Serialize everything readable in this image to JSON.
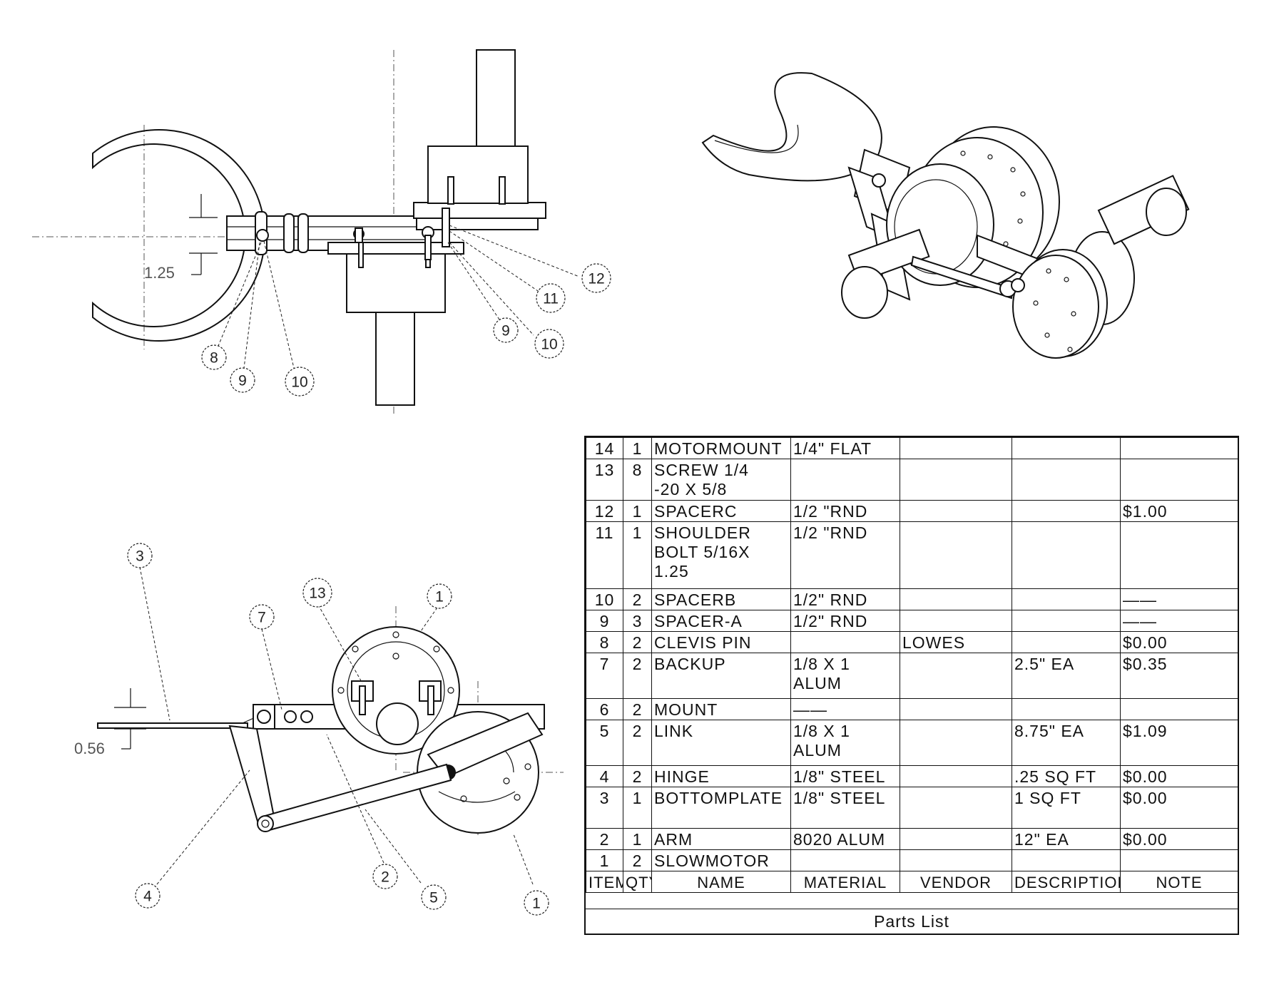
{
  "drawing": {
    "dimensions": {
      "top_view": "1.25",
      "side_view": "0.56"
    },
    "callouts_top_view": [
      "8",
      "9",
      "10",
      "9",
      "10",
      "11",
      "12"
    ],
    "callouts_side_view": [
      "3",
      "7",
      "13",
      "1",
      "4",
      "2",
      "5",
      "1"
    ]
  },
  "parts_list": {
    "title": "Parts List",
    "columns": [
      "ITEM",
      "QTY",
      "NAME",
      "MATERIAL",
      "VENDOR",
      "DESCRIPTION",
      "NOTE"
    ],
    "rows": [
      {
        "item": "14",
        "qty": "1",
        "name": "MOTORMOUNT",
        "material": "1/4\" FLAT",
        "vendor": "",
        "description": "",
        "note": ""
      },
      {
        "item": "13",
        "qty": "8",
        "name": "SCREW 1/4\n-20 X 5/8",
        "material": "",
        "vendor": "",
        "description": "",
        "note": ""
      },
      {
        "item": "12",
        "qty": "1",
        "name": "SPACERC",
        "material": "1/2 \"RND",
        "vendor": "",
        "description": "",
        "note": "$1.00"
      },
      {
        "item": "11",
        "qty": "1",
        "name": "SHOULDER\nBOLT 5/16X\n1.25",
        "material": "1/2 \"RND",
        "vendor": "",
        "description": "",
        "note": ""
      },
      {
        "item": "10",
        "qty": "2",
        "name": "SPACERB",
        "material": "1/2\" RND",
        "vendor": "",
        "description": "",
        "note": "——"
      },
      {
        "item": "9",
        "qty": "3",
        "name": "SPACER-A",
        "material": "1/2\" RND",
        "vendor": "",
        "description": "",
        "note": "——"
      },
      {
        "item": "8",
        "qty": "2",
        "name": "CLEVIS PIN",
        "material": "",
        "vendor": "LOWES",
        "description": "",
        "note": "$0.00"
      },
      {
        "item": "7",
        "qty": "2",
        "name": "BACKUP",
        "material": "1/8 X 1\nALUM",
        "vendor": "",
        "description": "2.5\" EA",
        "note": "$0.35"
      },
      {
        "item": "6",
        "qty": "2",
        "name": "MOUNT",
        "material": "——",
        "vendor": "",
        "description": "",
        "note": ""
      },
      {
        "item": "5",
        "qty": "2",
        "name": "LINK",
        "material": "1/8 X 1\nALUM",
        "vendor": "",
        "description": "8.75\" EA",
        "note": "$1.09"
      },
      {
        "item": "4",
        "qty": "2",
        "name": "HINGE",
        "material": "1/8\" STEEL",
        "vendor": "",
        "description": ".25 SQ FT",
        "note": "$0.00"
      },
      {
        "item": "3",
        "qty": "1",
        "name": "BOTTOMPLATE",
        "material": "1/8\" STEEL",
        "vendor": "",
        "description": "1 SQ FT",
        "note": "$0.00"
      },
      {
        "item": "2",
        "qty": "1",
        "name": "ARM",
        "material": "8020 ALUM",
        "vendor": "",
        "description": "12\" EA",
        "note": "$0.00"
      },
      {
        "item": "1",
        "qty": "2",
        "name": "SLOWMOTOR",
        "material": "",
        "vendor": "",
        "description": "",
        "note": ""
      }
    ]
  }
}
